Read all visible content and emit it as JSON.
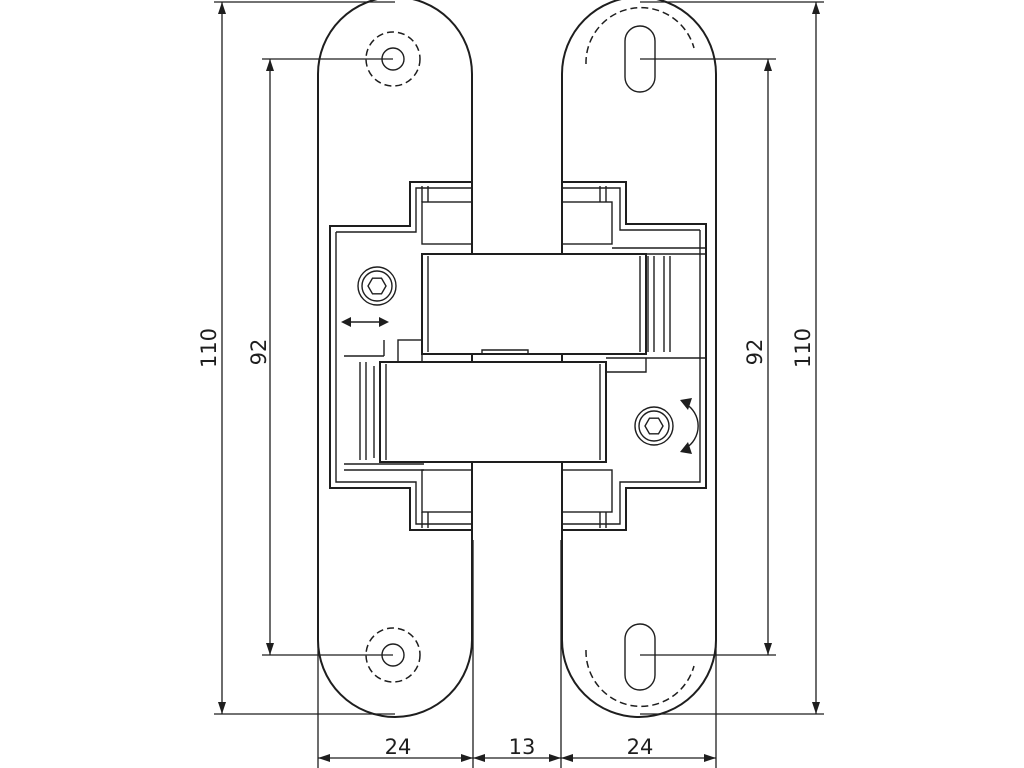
{
  "dimensions": {
    "total_height_left": "110",
    "hole_spacing_left": "92",
    "hole_spacing_right": "92",
    "total_height_right": "110",
    "leaf_width_left": "24",
    "gap_width": "13",
    "leaf_width_right": "24"
  },
  "icons": {
    "hex_screw_left": "hex-socket-screw",
    "horizontal_adjust": "double-arrow-horizontal",
    "hex_screw_right": "hex-socket-screw",
    "rotation_adjust": "curved-double-arrow"
  }
}
